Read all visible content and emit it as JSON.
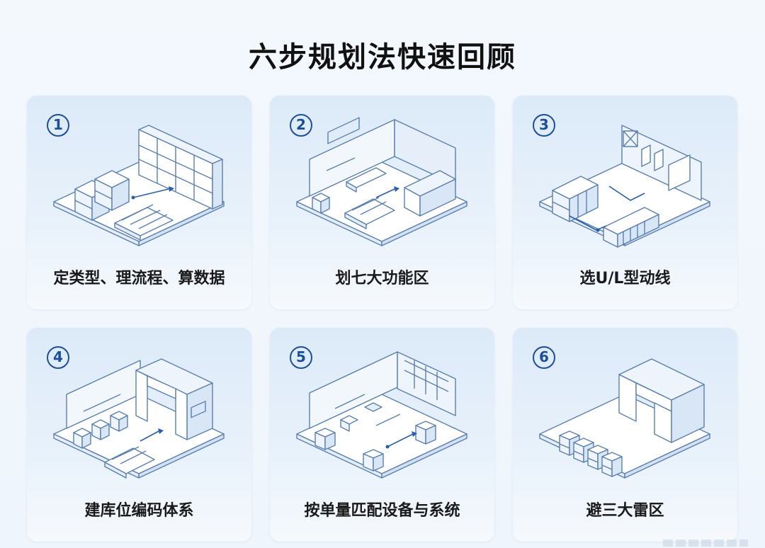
{
  "page": {
    "title": "六步规划法快速回顾"
  },
  "steps": [
    {
      "number": "1",
      "label": "定类型、理流程、算数据",
      "illustration": "rack-warehouse-icon"
    },
    {
      "number": "2",
      "label": "划七大功能区",
      "illustration": "function-zones-icon"
    },
    {
      "number": "3",
      "label": "选U/L型动线",
      "illustration": "flow-route-icon"
    },
    {
      "number": "4",
      "label": "建库位编码体系",
      "illustration": "location-coding-icon"
    },
    {
      "number": "5",
      "label": "按单量匹配设备与系统",
      "illustration": "equipment-system-icon"
    },
    {
      "number": "6",
      "label": "避三大雷区",
      "illustration": "pitfalls-icon"
    }
  ],
  "colors": {
    "accent": "#1c4f96",
    "line": "#5b7fae",
    "floor": "#ffffff",
    "card": "#dceaf8"
  }
}
